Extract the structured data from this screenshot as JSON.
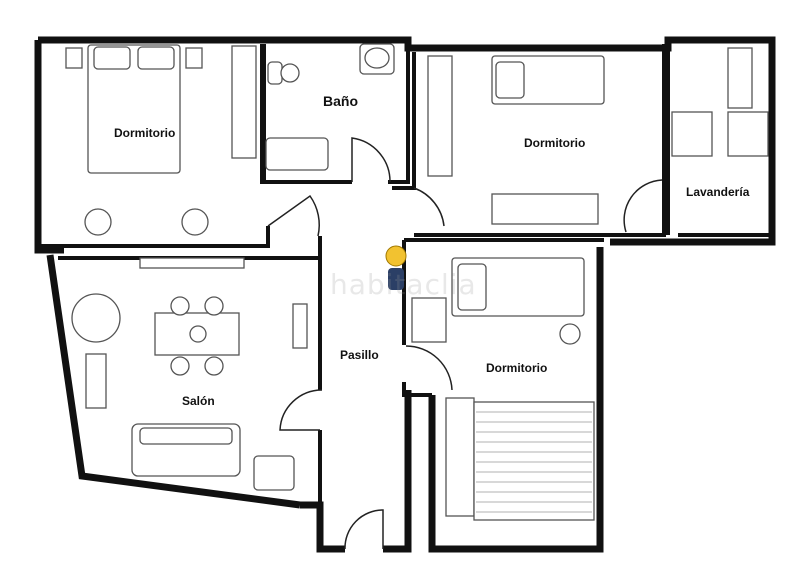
{
  "rooms": {
    "dormitorio_1": "Dormitorio",
    "bano": "Baño",
    "dormitorio_2": "Dormitorio",
    "lavanderia": "Lavandería",
    "salon": "Salón",
    "pasillo": "Pasillo",
    "dormitorio_3": "Dormitorio"
  },
  "watermark": "habitaclia",
  "colors": {
    "wall": "#111111",
    "furniture": "#555555",
    "mascot": "#f2c230"
  }
}
